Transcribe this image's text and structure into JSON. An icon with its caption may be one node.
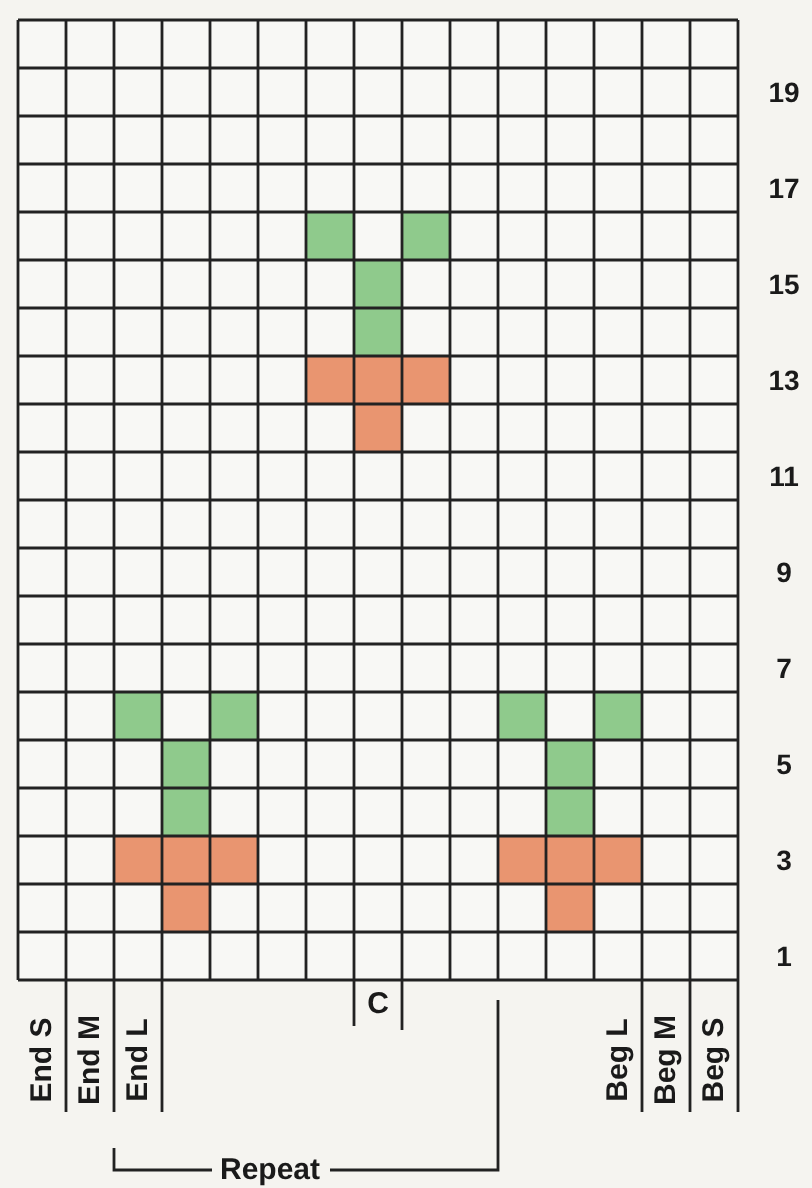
{
  "diagram": {
    "labels": [
      "19",
      "17",
      "15",
      "13",
      "11",
      "9",
      "7",
      "5",
      "3",
      "1",
      "End S",
      "End M",
      "End L",
      "C",
      "Beg L",
      "Beg M",
      "Beg S",
      "Repeat"
    ]
  }
}
